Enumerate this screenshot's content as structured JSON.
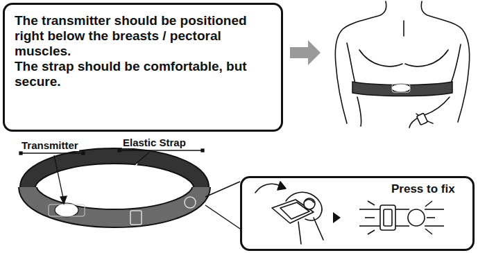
{
  "diagram": {
    "nodes": [
      {
        "text": [
          "The transmitter should be positioned right below the breasts / pectoral muscles.",
          "The strap should be comfortable, but secure."
        ]
      },
      {
        "text": [
          "Press to fix"
        ]
      }
    ],
    "labels": [
      "Transmitter",
      "Elastic Strap"
    ]
  }
}
